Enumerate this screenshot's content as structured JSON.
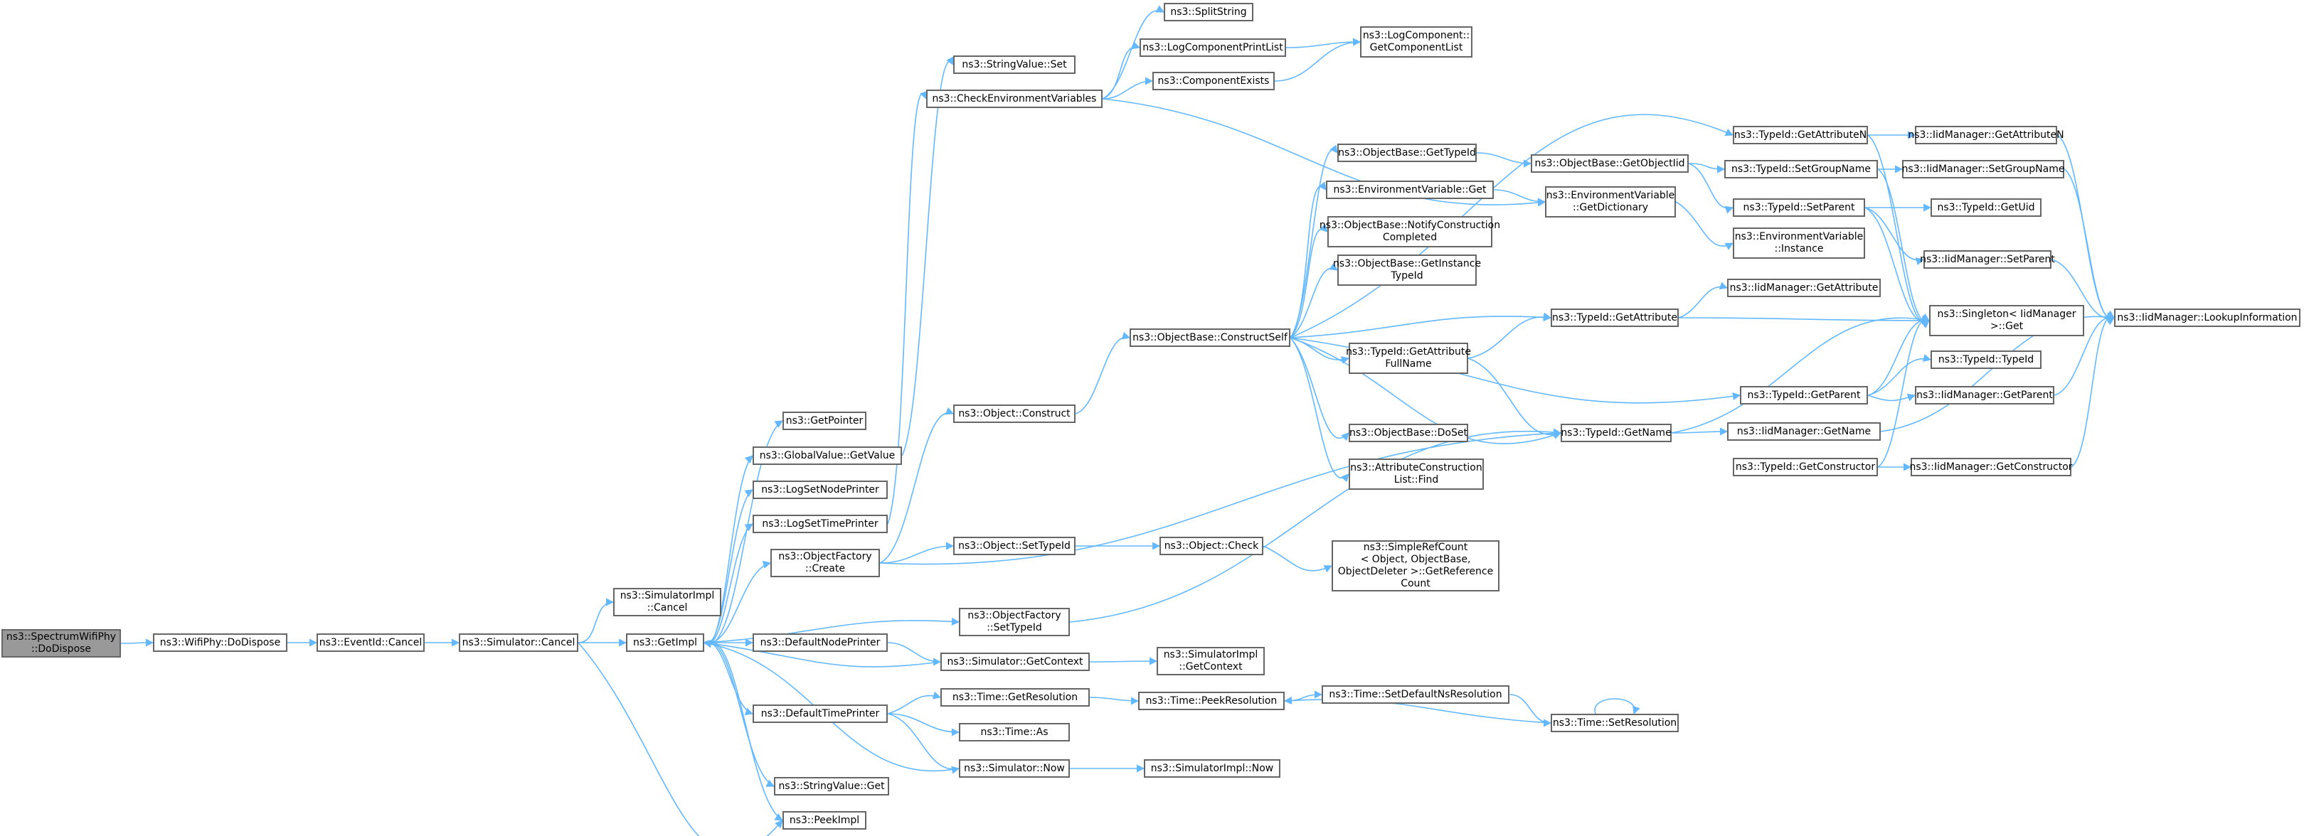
{
  "colors": {
    "edge": "#63b8ff",
    "node_border": "#666666",
    "root_fill": "#999999"
  },
  "nodes": {
    "spectrum": [
      "ns3::SpectrumWifiPhy",
      "::DoDispose"
    ],
    "wifiphy": [
      "ns3::WifiPhy::DoDispose"
    ],
    "eventid": [
      "ns3::EventId::Cancel"
    ],
    "simcancel": [
      "ns3::Simulator::Cancel"
    ],
    "simimplcancel": [
      "ns3::SimulatorImpl",
      "::Cancel"
    ],
    "getimpl": [
      "ns3::GetImpl"
    ],
    "getpointer": [
      "ns3::GetPointer"
    ],
    "gvgetvalue": [
      "ns3::GlobalValue::GetValue"
    ],
    "logsetnode": [
      "ns3::LogSetNodePrinter"
    ],
    "logsettime": [
      "ns3::LogSetTimePrinter"
    ],
    "ofcreate": [
      "ns3::ObjectFactory",
      "::Create"
    ],
    "defnodeprinter": [
      "ns3::DefaultNodePrinter"
    ],
    "deftimeprinter": [
      "ns3::DefaultTimePrinter"
    ],
    "svget": [
      "ns3::StringValue::Get"
    ],
    "peekimpl": [
      "ns3::PeekImpl"
    ],
    "svset": [
      "ns3::StringValue::Set"
    ],
    "checkenv": [
      "ns3::CheckEnvironmentVariables"
    ],
    "objconstruct": [
      "ns3::Object::Construct"
    ],
    "objsettypeid": [
      "ns3::Object::SetTypeId"
    ],
    "ofsettypeid": [
      "ns3::ObjectFactory",
      "::SetTypeId"
    ],
    "simgetcontext": [
      "ns3::Simulator::GetContext"
    ],
    "timegetres": [
      "ns3::Time::GetResolution"
    ],
    "timeas": [
      "ns3::Time::As"
    ],
    "simnow": [
      "ns3::Simulator::Now"
    ],
    "splitstring": [
      "ns3::SplitString"
    ],
    "logcompprint": [
      "ns3::LogComponentPrintList"
    ],
    "compexists": [
      "ns3::ComponentExists"
    ],
    "logcompgetlist": [
      "ns3::LogComponent::",
      "GetComponentList"
    ],
    "obconstructself": [
      "ns3::ObjectBase::ConstructSelf"
    ],
    "objcheck": [
      "ns3::Object::Check"
    ],
    "simimplgetctx": [
      "ns3::SimulatorImpl",
      "::GetContext"
    ],
    "peekres": [
      "ns3::Time::PeekResolution"
    ],
    "simimplnow": [
      "ns3::SimulatorImpl::Now"
    ],
    "obgettypeid": [
      "ns3::ObjectBase::GetTypeId"
    ],
    "envget": [
      "ns3::EnvironmentVariable::Get"
    ],
    "obnotify": [
      "ns3::ObjectBase::NotifyConstruction",
      "Completed"
    ],
    "obgetinst": [
      "ns3::ObjectBase::GetInstance",
      "TypeId"
    ],
    "tidgetattrfull": [
      "ns3::TypeId::GetAttribute",
      "FullName"
    ],
    "obdoset": [
      "ns3::ObjectBase::DoSet"
    ],
    "acfind": [
      "ns3::AttributeConstruction",
      "List::Find"
    ],
    "simplerefcount": [
      "ns3::SimpleRefCount",
      "< Object, ObjectBase,",
      "ObjectDeleter >::GetReference",
      "Count"
    ],
    "obgetobjtid": [
      "ns3::ObjectBase::GetObjectIid"
    ],
    "envgetdict": [
      "ns3::EnvironmentVariable",
      "::GetDictionary"
    ],
    "tidgetattr": [
      "ns3::TypeId::GetAttribute"
    ],
    "tidgetname": [
      "ns3::TypeId::GetName"
    ],
    "setdefaultns": [
      "ns3::Time::SetDefaultNsResolution"
    ],
    "timesetres": [
      "ns3::Time::SetResolution"
    ],
    "tidgetattrn": [
      "ns3::TypeId::GetAttributeN"
    ],
    "tidsetgroup": [
      "ns3::TypeId::SetGroupName"
    ],
    "tidsetparent": [
      "ns3::TypeId::SetParent"
    ],
    "envinstance": [
      "ns3::EnvironmentVariable",
      "::Instance"
    ],
    "iidgetattr": [
      "ns3::IidManager::GetAttribute"
    ],
    "tidgetparent": [
      "ns3::TypeId::GetParent"
    ],
    "iidgetname": [
      "ns3::IidManager::GetName"
    ],
    "tidgetctor": [
      "ns3::TypeId::GetConstructor"
    ],
    "iidgetattrn": [
      "ns3::IidManager::GetAttributeN"
    ],
    "iidsetgroup": [
      "ns3::IidManager::SetGroupName"
    ],
    "tidgetuid": [
      "ns3::TypeId::GetUid"
    ],
    "iidsetparent": [
      "ns3::IidManager::SetParent"
    ],
    "singletonget": [
      "ns3::Singleton< IidManager",
      ">::Get"
    ],
    "tidtypeid": [
      "ns3::TypeId::TypeId"
    ],
    "iidgetparent": [
      "ns3::IidManager::GetParent"
    ],
    "iidgetctor": [
      "ns3::IidManager::GetConstructor"
    ],
    "iidlookup": [
      "ns3::IidManager::LookupInformation"
    ]
  }
}
